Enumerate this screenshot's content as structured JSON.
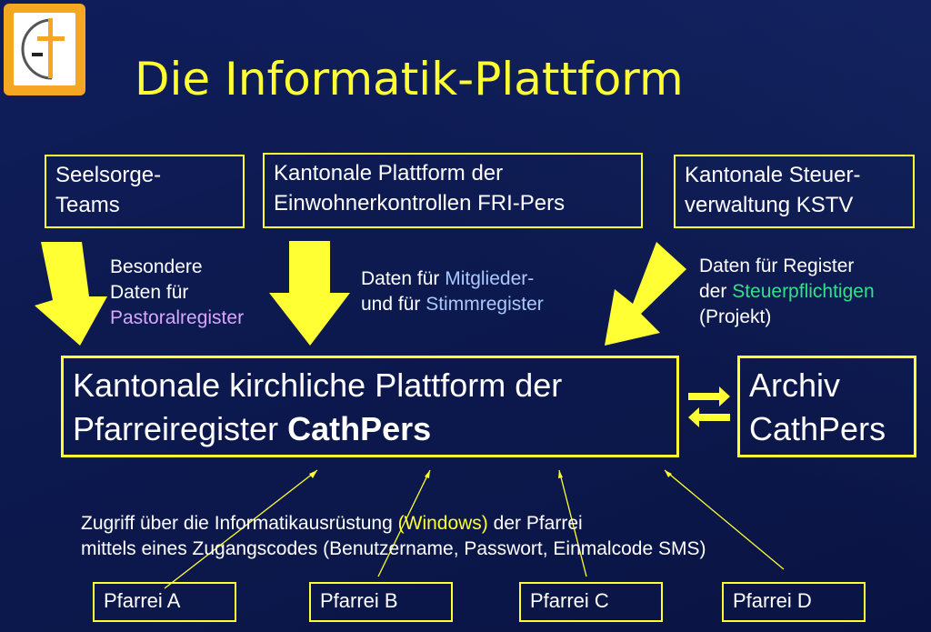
{
  "title": "Die Informatik-Plattform",
  "sources": [
    {
      "line1": "Seelsorge-",
      "line2": "Teams"
    },
    {
      "line1": "Kantonale Plattform der",
      "line2": "Einwohnerkontrollen FRI-Pers"
    },
    {
      "line1": "Kantonale Steuer-",
      "line2": "verwaltung KSTV"
    }
  ],
  "labels": {
    "left": {
      "line1": "Besondere",
      "line2": "Daten für",
      "line3": "Pastoralregister"
    },
    "middle": {
      "prefix1": "Daten für ",
      "hl1": "Mitglieder-",
      "prefix2": "und für ",
      "hl2": "Stimmregister"
    },
    "right": {
      "line1": "Daten für Register",
      "prefix2": "der ",
      "hl2": "Steuerpflichtigen",
      "line3": "(Projekt)"
    }
  },
  "main": {
    "line1": "Kantonale kirchliche Plattform der",
    "line2": "Pfarreiregister ",
    "bold": "CathPers"
  },
  "archive": {
    "line1": "Archiv",
    "line2": "CathPers"
  },
  "access": {
    "pre": "Zugriff über die Informatikausrüstung ",
    "hl": "(Windows)",
    "post": " der Pfarrei",
    "line2": "mittels eines Zugangscodes (Benutzername, Passwort, Einmalcode SMS)"
  },
  "parishes": [
    "Pfarrei A",
    "Pfarrei B",
    "Pfarrei C",
    "Pfarrei D"
  ],
  "colors": {
    "accent": "#ffff33",
    "background": "#0d1a50",
    "pastoral": "#d9a6ff",
    "register": "#a9c9ff",
    "tax": "#33e08a"
  }
}
